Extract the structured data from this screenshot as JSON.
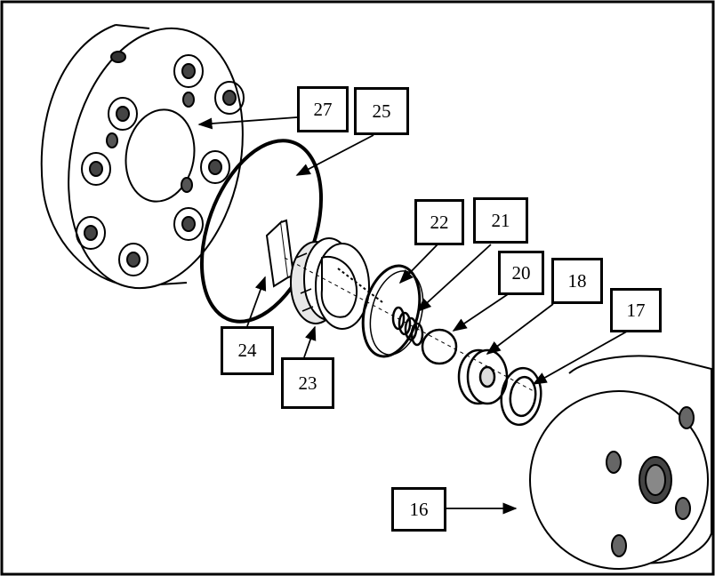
{
  "diagram": {
    "labels": {
      "p27": "27",
      "p25": "25",
      "p22": "22",
      "p21": "21",
      "p20": "20",
      "p18": "18",
      "p17": "17",
      "p24": "24",
      "p23": "23",
      "p16": "16"
    }
  }
}
